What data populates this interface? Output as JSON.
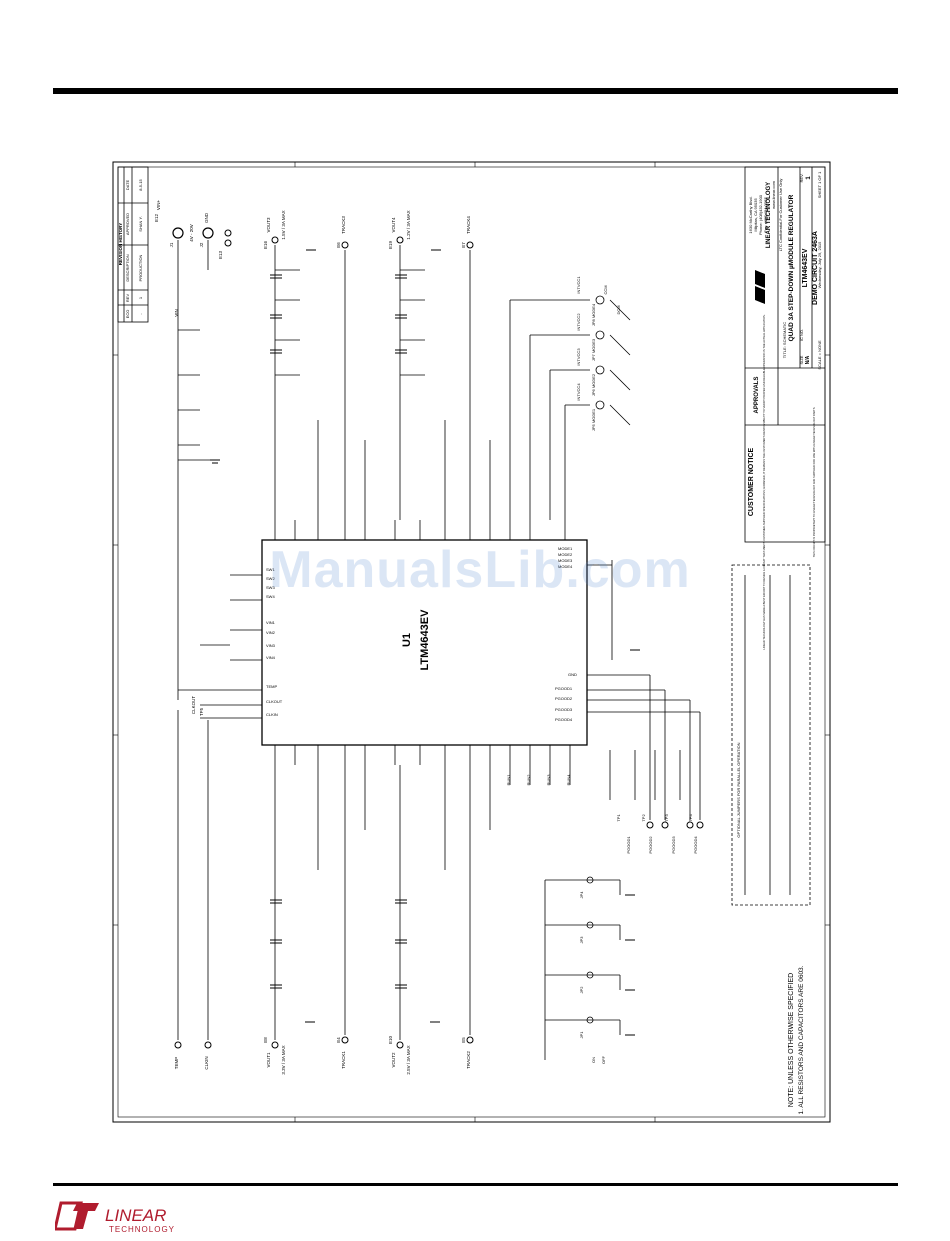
{
  "page": {
    "footer_brand": "LINEAR",
    "footer_sub": "TECHNOLOGY",
    "watermark": "ManualsLib.com"
  },
  "schematic": {
    "ic_ref": "U1",
    "ic_part": "LTM4643EV",
    "title_block": {
      "company": "LINEAR TECHNOLOGY",
      "address1": "1630 McCarthy Blvd.",
      "address2": "Milpitas, CA 95035",
      "phone": "Phone: (408)432-1900",
      "fax": "Fax: (408)434-0507",
      "web": "www.linear.com",
      "title_label": "TITLE: SCHEMATIC",
      "title": "QUAD 3A STEP-DOWN µMODULE REGULATOR",
      "part": "LTM4643EV",
      "demo": "DEMO CIRCUIT 2463A",
      "size": "SIZE",
      "size_val": "N/A",
      "ic_no": "IC NO.",
      "rev_label": "REV.",
      "rev_val": "1",
      "scale": "SCALE = NONE",
      "date": "Wednesday, July 29, 2015",
      "sheet": "SHEET 1 OF 1",
      "approvals": "APPROVALS",
      "lt_conf": "LTC Confidential-For Customer Use Only"
    },
    "revision": {
      "header": "REVISION HISTORY",
      "cols": [
        "ECO",
        "REV",
        "DESCRIPTION",
        "APPROVED",
        "DATE"
      ],
      "row": [
        "-",
        "1",
        "PRODUCTION",
        "SHAN Y.",
        "8-5-15"
      ]
    },
    "customer_notice": {
      "title": "CUSTOMER NOTICE",
      "body": "LINEAR TECHNOLOGY HAS MADE A BEST EFFORT TO DESIGN A CIRCUIT THAT MEETS CUSTOMER-SUPPLIED SPECIFICATIONS; HOWEVER, IT REMAINS THE CUSTOMER'S RESPONSIBILITY TO VERIFY PROPER AND RELIABLE OPERATION IN THE ACTUAL APPLICATION.",
      "foot": "THIS CIRCUIT IS PROPRIETARY TO LINEAR TECHNOLOGY AND SUPPLIED FOR USE WITH LINEAR TECHNOLOGY PARTS."
    },
    "notes": {
      "line1": "NOTE: UNLESS OTHERWISE SPECIFIED",
      "line2": "1. ALL RESISTORS AND CAPACITORS ARE 0603."
    },
    "jumpers_title": "OPTIONAL JUMPERS FOR PARALLEL OPERATION",
    "top_outputs": [
      {
        "label": "VOUT3",
        "spec": "1.5V / 3A MAX",
        "ref": "E16",
        "track": "TRACK3",
        "ref2": "E6"
      },
      {
        "label": "VOUT4",
        "spec": "1.2V / 3A MAX",
        "ref": "E19",
        "track": "TRACK4",
        "ref2": "E7"
      }
    ],
    "bottom_outputs": [
      {
        "label": "VOUT1",
        "spec": "3.3V / 3A MAX",
        "ref": "E8",
        "track": "TRACK1",
        "ref2": "E4"
      },
      {
        "label": "VOUT2",
        "spec": "2.5V / 3A MAX",
        "ref": "E10",
        "track": "TRACK2",
        "ref2": "E5"
      }
    ],
    "input": {
      "label": "VIN",
      "spec": "4V - 20V",
      "j1": "J1",
      "j2": "J2",
      "gnd": "GND",
      "e12": "E12",
      "e13": "E13",
      "vinp": "VIN+"
    },
    "side_labels": [
      "TEMP",
      "CLKIN",
      "CLKOUT",
      "TP5"
    ],
    "mode_labels": [
      "JP5 MODE1",
      "JP6 MODE2",
      "JP7 MODE3",
      "JP8 MODE4",
      "CCM",
      "DCM",
      "INTVCC1",
      "INTVCC2",
      "INTVCC3",
      "INTVCC4"
    ],
    "run_labels": [
      "RUN1",
      "RUN2",
      "RUN3",
      "RUN4",
      "JP1",
      "JP2",
      "JP3",
      "JP4",
      "ON",
      "OFF"
    ],
    "pgood_labels": [
      "PGOOD1",
      "PGOOD2",
      "PGOOD3",
      "PGOOD4",
      "TP1",
      "TP2",
      "TP3",
      "TP4"
    ],
    "ic_left_pins": [
      "SW1",
      "SW2",
      "SW3",
      "SW4",
      "VIN1",
      "VIN2",
      "VIN3",
      "VIN4",
      "TEMP",
      "CLKIN",
      "CLKOUT"
    ],
    "ic_right_pins": [
      "MODE1",
      "MODE2",
      "MODE3",
      "MODE4",
      "PGOOD1",
      "PGOOD2",
      "PGOOD3",
      "PGOOD4",
      "GND"
    ]
  }
}
